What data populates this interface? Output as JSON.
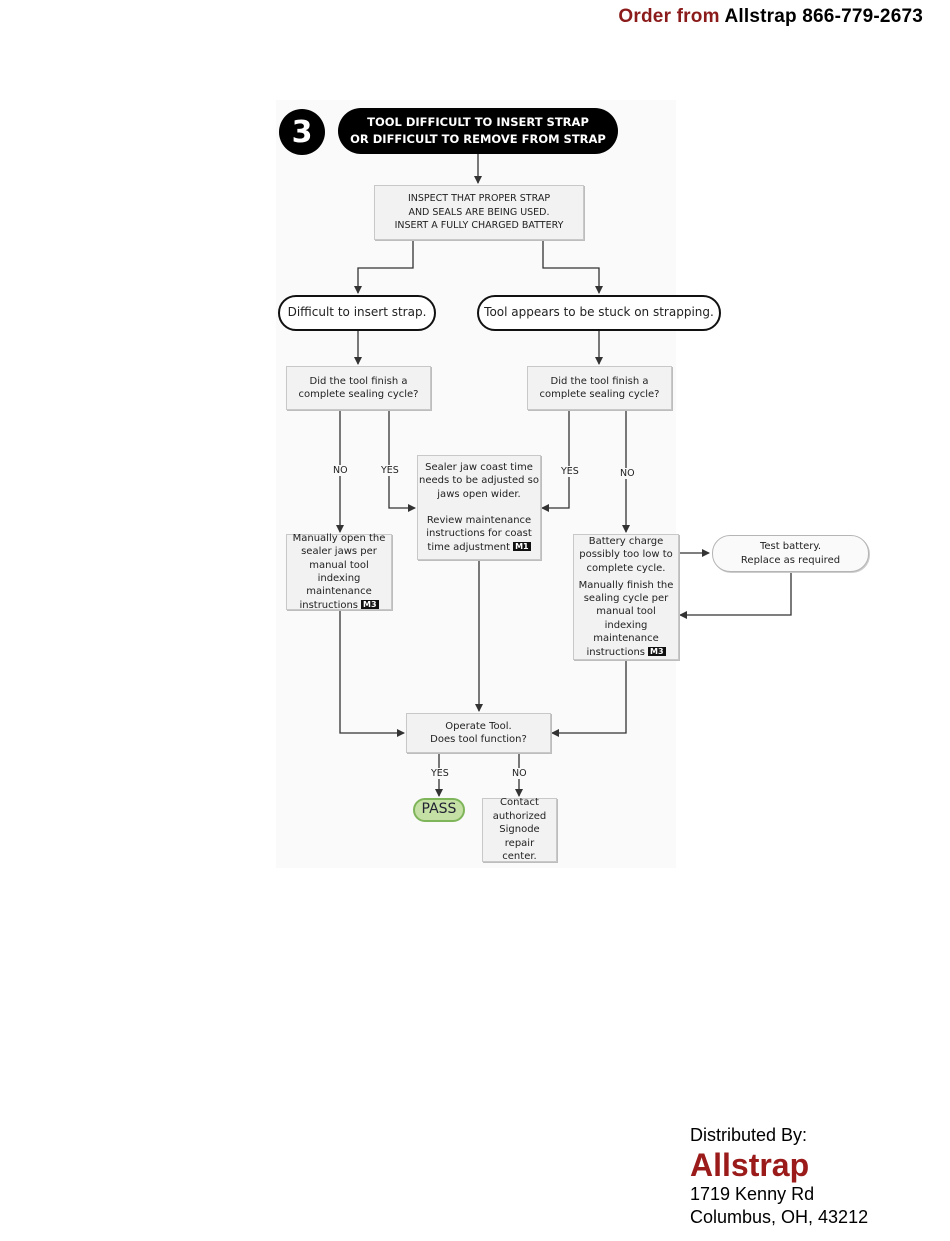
{
  "header": {
    "order_from": "Order from",
    "company_phone": "Allstrap 866-779-2673"
  },
  "flowchart": {
    "step_number": "3",
    "title_line1": "TOOL DIFFICULT TO INSERT STRAP",
    "title_line2": "OR DIFFICULT TO REMOVE FROM STRAP",
    "inspect": [
      "INSPECT THAT PROPER STRAP",
      "AND SEALS ARE BEING USED.",
      "INSERT A FULLY CHARGED BATTERY"
    ],
    "branch_left": "Difficult to insert strap.",
    "branch_right": "Tool appears to be stuck on strapping.",
    "question_left": [
      "Did the tool finish a",
      "complete sealing cycle?"
    ],
    "question_right": [
      "Did the tool finish a",
      "complete sealing cycle?"
    ],
    "labels": {
      "no_left": "NO",
      "yes_left": "YES",
      "yes_right": "YES",
      "no_right": "NO",
      "yes_bottom": "YES",
      "no_bottom": "NO"
    },
    "sealer_jaw": {
      "lines": [
        "Sealer jaw coast time",
        "needs to be adjusted so",
        "jaws open wider."
      ],
      "review": [
        "Review maintenance",
        "instructions for coast",
        "time adjustment"
      ],
      "badge": "M1"
    },
    "manual_open": {
      "lines": [
        "Manually open the",
        "sealer jaws per",
        "manual tool indexing",
        "maintenance",
        "instructions"
      ],
      "badge": "M3"
    },
    "battery": {
      "lines": [
        "Battery charge",
        "possibly too low to",
        "complete cycle."
      ],
      "finish": [
        "Manually finish the",
        "sealing cycle per",
        "manual tool indexing",
        "maintenance",
        "instructions"
      ],
      "badge": "M3"
    },
    "test_battery": [
      "Test battery.",
      "Replace as required"
    ],
    "operate": [
      "Operate Tool.",
      "Does tool function?"
    ],
    "pass": "PASS",
    "contact": [
      "Contact",
      "authorized",
      "Signode repair",
      "center."
    ]
  },
  "footer": {
    "distributed_by": "Distributed By:",
    "brand": "Allstrap",
    "address1": "1719 Kenny Rd",
    "address2": "Columbus, OH, 43212"
  },
  "colors": {
    "brand_red": "#8b1a1a",
    "pass_green": "#c5e0a5"
  }
}
